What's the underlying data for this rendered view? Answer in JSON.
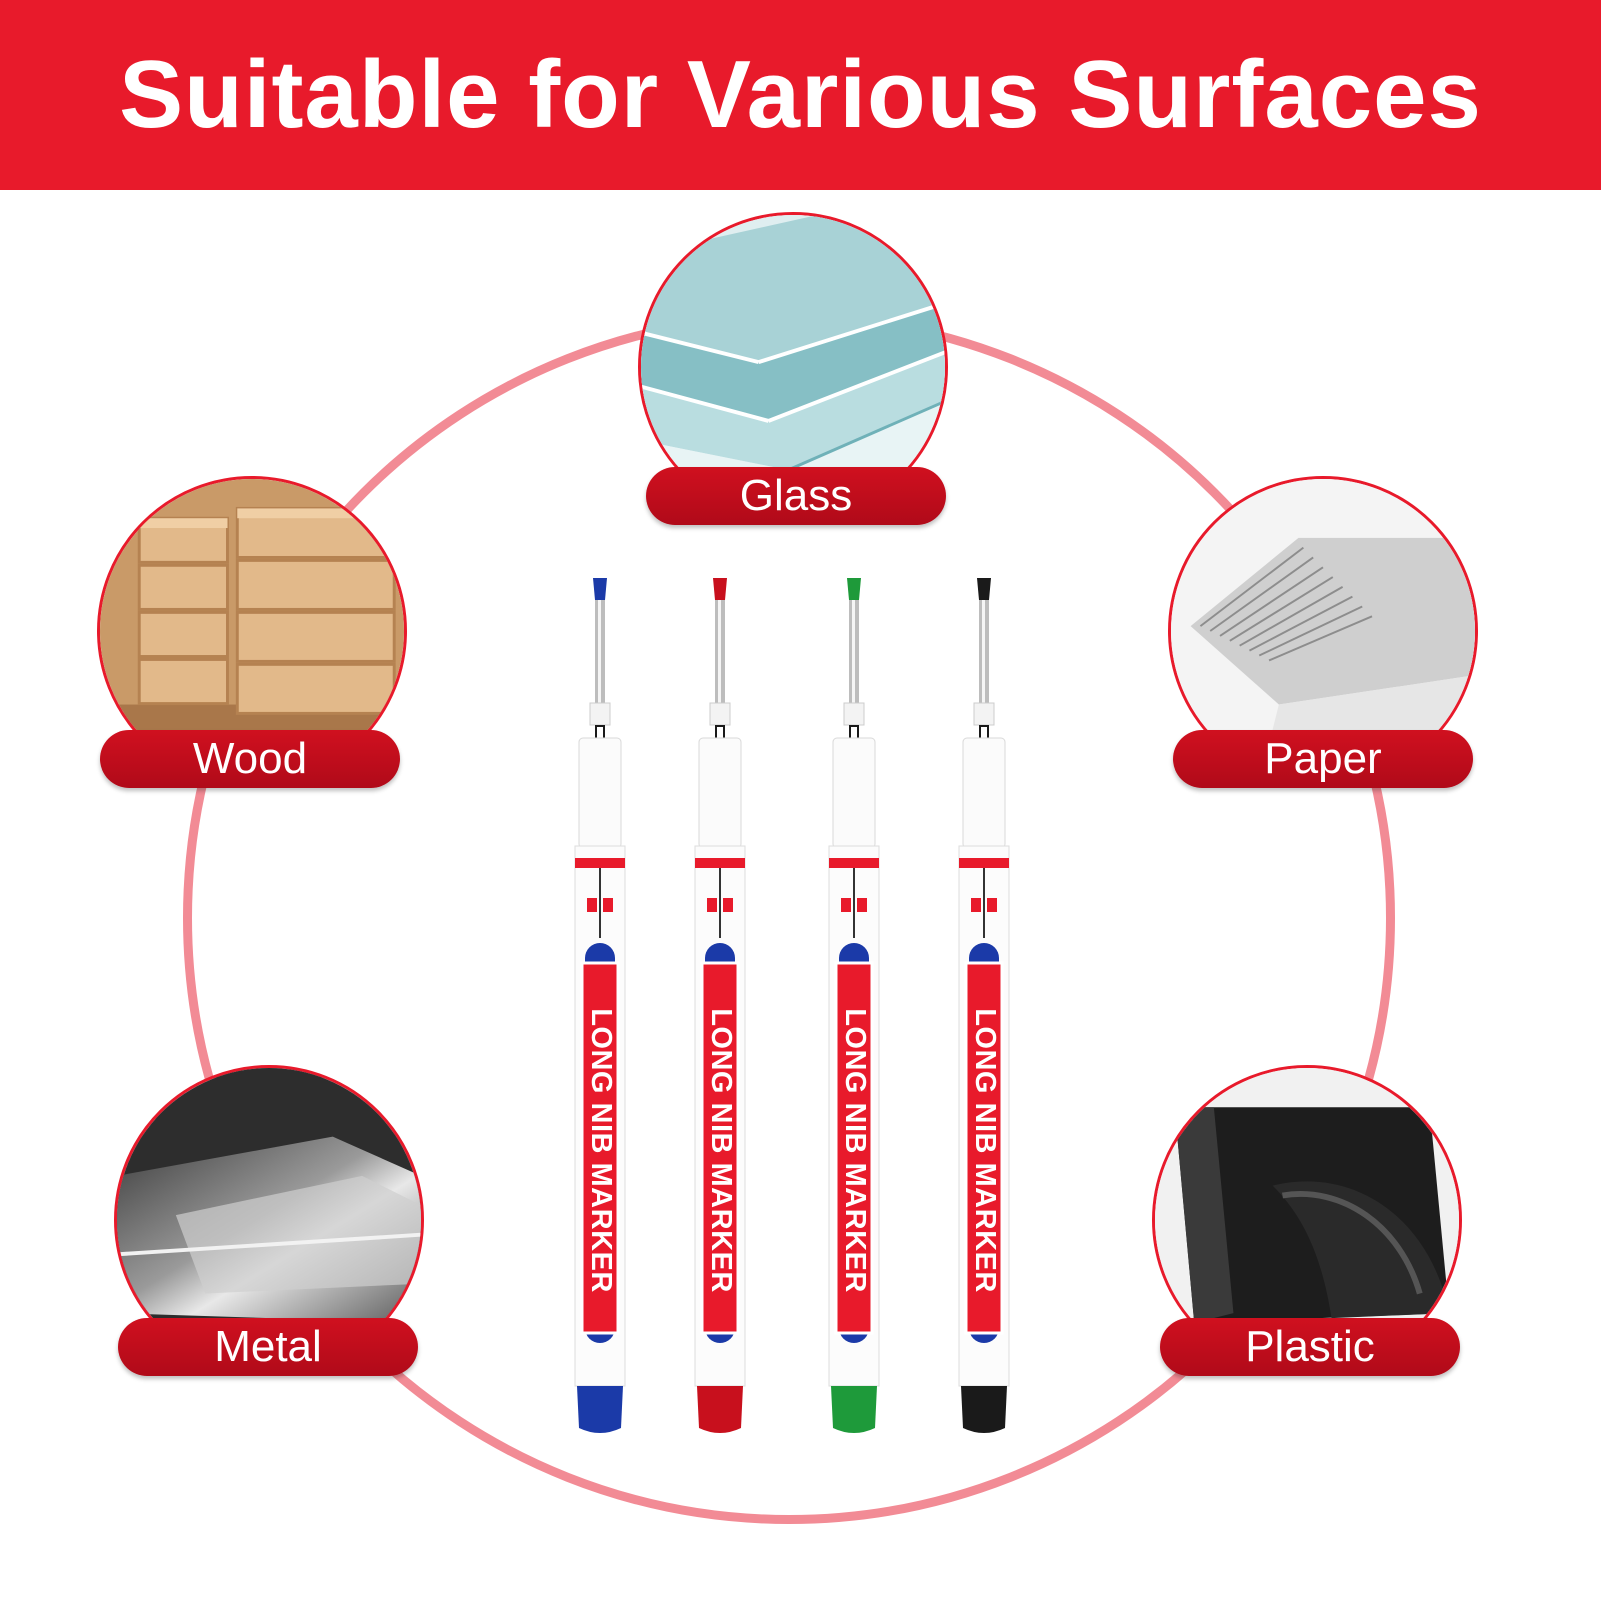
{
  "banner": {
    "title": "Suitable for Various Surfaces"
  },
  "surfaces": [
    {
      "label": "Glass"
    },
    {
      "label": "Wood"
    },
    {
      "label": "Paper"
    },
    {
      "label": "Metal"
    },
    {
      "label": "Plastic"
    }
  ],
  "markers": [
    {
      "label": "LONG NIB MARKER",
      "ink_color": "#1b3aa8"
    },
    {
      "label": "LONG NIB MARKER",
      "ink_color": "#c8101d"
    },
    {
      "label": "LONG NIB MARKER",
      "ink_color": "#1e9a3a"
    },
    {
      "label": "LONG NIB MARKER",
      "ink_color": "#1a1a1a"
    }
  ],
  "colors": {
    "brand_red": "#e81a2b",
    "ring": "#f28b95",
    "text": "#ffffff"
  }
}
